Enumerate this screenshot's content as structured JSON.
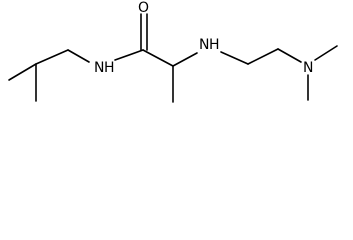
{
  "molecule": {
    "atoms": {
      "oxygen": "O",
      "amide_nitrogen": "N",
      "amide_hydrogen": "H",
      "amine_nitrogen": "N",
      "amine_hydrogen": "H",
      "dimethylamino_nitrogen": "N"
    }
  }
}
